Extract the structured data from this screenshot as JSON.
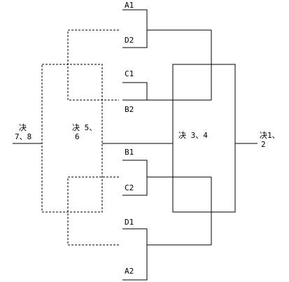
{
  "teams": {
    "a1": "A1",
    "d2": "D2",
    "c1": "C1",
    "b2": "B2",
    "b1": "B1",
    "c2": "C2",
    "d1": "D1",
    "a2": "A2"
  },
  "rounds": {
    "final_line1": "决1、",
    "final_line2": "2",
    "semi": "决 3、4",
    "fifth_line1": "决 5、",
    "fifth_line2": "6",
    "seventh_line1": "决",
    "seventh_line2": "7、8"
  }
}
